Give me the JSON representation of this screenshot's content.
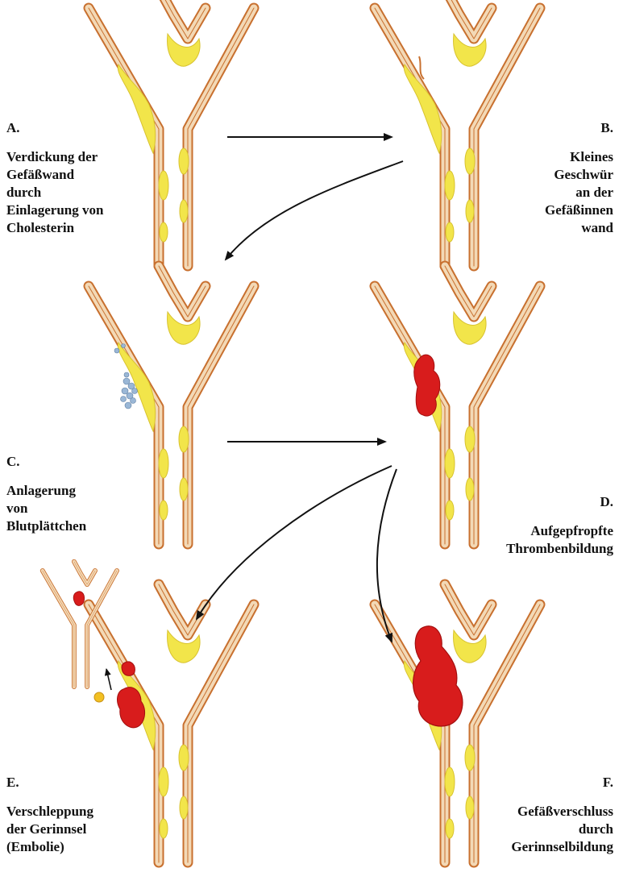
{
  "colors": {
    "vessel_wall": "#f3d9b6",
    "vessel_stroke": "#c8702f",
    "plaque": "#f2e54a",
    "plaque_edge": "#d8c22e",
    "clot": "#d81c1c",
    "clot_dark": "#a30f0f",
    "platelet": "#9ab7d6",
    "arrow": "#111111"
  },
  "panels": [
    {
      "id": "A",
      "letter": "A.",
      "lines": [
        "Verdickung der",
        "Gefäßwand",
        "durch",
        "Einlagerung von",
        "Cholesterin"
      ]
    },
    {
      "id": "B",
      "letter": "B.",
      "lines": [
        "Kleines",
        "Geschwür",
        "an der",
        "Gefäßinnen",
        "wand"
      ]
    },
    {
      "id": "C",
      "letter": "C.",
      "lines": [
        "Anlagerung",
        "von",
        "Blutplättchen"
      ]
    },
    {
      "id": "D",
      "letter": "D.",
      "lines": [
        "Aufgepfropfte",
        "Thrombenbildung"
      ]
    },
    {
      "id": "E",
      "letter": "E.",
      "lines": [
        "Verschleppung",
        "der Gerinnsel",
        "(Embolie)"
      ]
    },
    {
      "id": "F",
      "letter": "F.",
      "lines": [
        "Gefäßverschluss",
        "durch",
        "Gerinnselbildung"
      ]
    }
  ]
}
